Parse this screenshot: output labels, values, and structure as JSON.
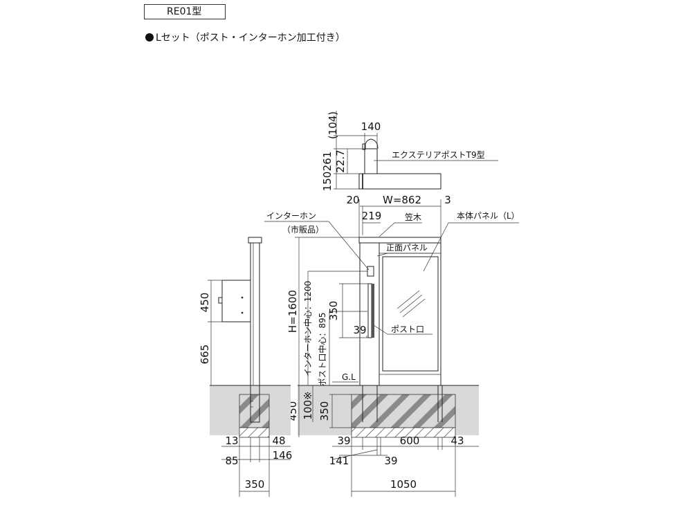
{
  "header": {
    "model": "RE01型",
    "subtitle": "Lセット（ポスト・インターホン加工付き）"
  },
  "labels": {
    "post_product": "エクステリアポストT9型",
    "intercom": "インターホン",
    "intercom_note": "（市販品）",
    "coping": "笠木",
    "main_panel": "本体パネル（L）",
    "front_panel": "正面パネル",
    "mail_slot": "ポスト口",
    "gl": "G.L",
    "intercom_center": "インターホン中心：1200",
    "mail_slot_center": "ポスト口中心：895"
  },
  "dimensions": {
    "top_view": {
      "height_total": "(104)",
      "post_width": "140",
      "post_depth": "22.7",
      "depth_a": "261",
      "depth_b": "150"
    },
    "front_view": {
      "left_offset": "20",
      "width": "W=862",
      "right_offset": "3",
      "intercom_offset": "219",
      "height": "H=1600",
      "slot_height": "350",
      "slot_offset": "39",
      "foundation": "450",
      "note_100": "100※",
      "post_embed": "350",
      "bottom_left": "39",
      "bottom_center": "600",
      "bottom_right": "43",
      "bottom_141": "141",
      "bottom_39b": "39",
      "bottom_total": "1050"
    },
    "side_view": {
      "post_box": "450",
      "post_low": "665",
      "foundation": "450",
      "bottom_13": "13",
      "bottom_48": "48",
      "bottom_85": "85",
      "bottom_146": "146",
      "bottom_total": "350"
    }
  }
}
